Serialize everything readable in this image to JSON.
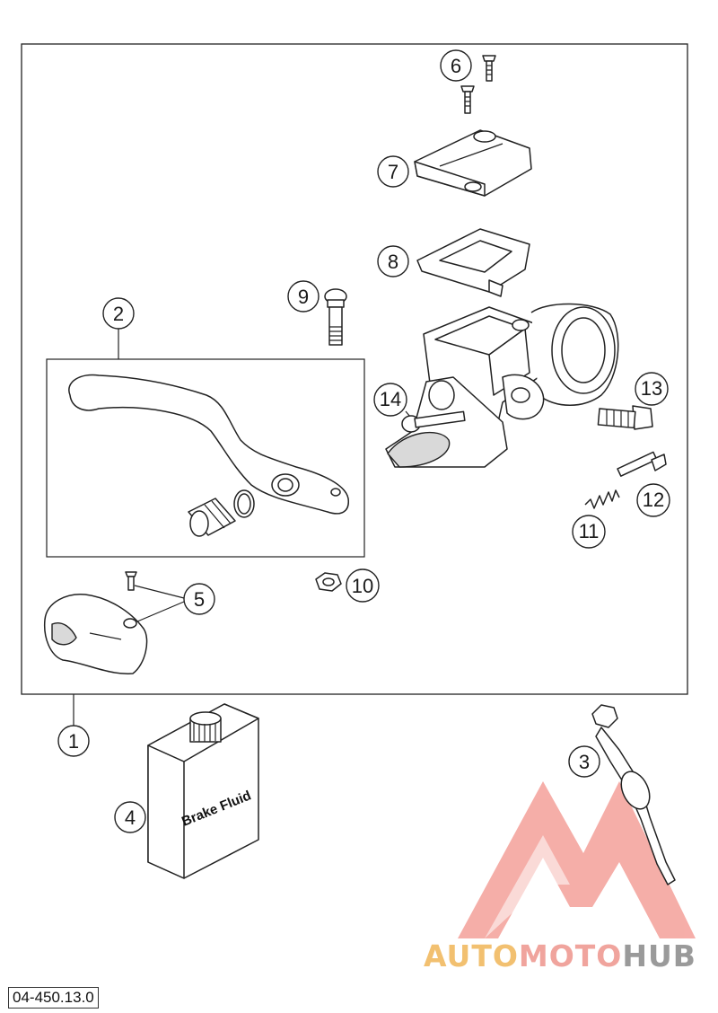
{
  "diagram": {
    "document_code": "04-450.13.0",
    "callouts": [
      "1",
      "2",
      "3",
      "4",
      "5",
      "6",
      "7",
      "8",
      "9",
      "10",
      "11",
      "12",
      "13",
      "14"
    ],
    "bottle_label": "Brake Fluid",
    "watermark": {
      "part1": "AUTO",
      "part2": "MOTO",
      "part3": "HUB",
      "colors": {
        "part1": "#f2c070",
        "part2": "#f0a49d",
        "part3": "#9a9a9a",
        "logo": "#f4a09a"
      }
    }
  }
}
